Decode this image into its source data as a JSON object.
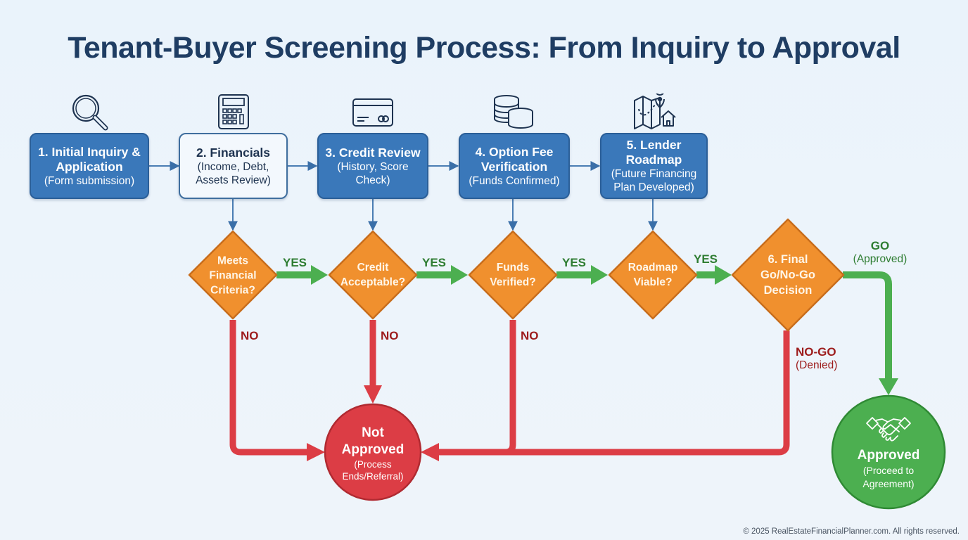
{
  "title": "Tenant-Buyer Screening Process: From Inquiry to Approval",
  "colors": {
    "step_blue": "#3a78ba",
    "step_light": "#f3f8fd",
    "decision_orange": "#f0902e",
    "yes_green": "#4caf50",
    "no_red": "#dc3d45",
    "title_navy": "#1f3d63"
  },
  "steps": [
    {
      "title": "1. Initial Inquiry & Application",
      "title_lines": [
        "1. Initial Inquiry &",
        "Application"
      ],
      "subtitle_lines": [
        "(Form submission)"
      ],
      "icon": "magnifying-glass-icon"
    },
    {
      "title": "2. Financials",
      "title_lines": [
        "2. Financials"
      ],
      "subtitle_lines": [
        "(Income, Debt,",
        "Assets Review)"
      ],
      "icon": "calculator-icon"
    },
    {
      "title": "3. Credit Review",
      "title_lines": [
        "3. Credit Review"
      ],
      "subtitle_lines": [
        "(History, Score",
        "Check)"
      ],
      "icon": "credit-card-icon"
    },
    {
      "title": "4. Option Fee Verification",
      "title_lines": [
        "4. Option Fee",
        "Verification"
      ],
      "subtitle_lines": [
        "(Funds Confirmed)"
      ],
      "icon": "coins-icon"
    },
    {
      "title": "5. Lender Roadmap",
      "title_lines": [
        "5. Lender",
        "Roadmap"
      ],
      "subtitle_lines": [
        "(Future Financing",
        "Plan Developed)"
      ],
      "icon": "map-route-icon"
    }
  ],
  "decisions": [
    {
      "lines": [
        "Meets",
        "Financial",
        "Criteria?"
      ],
      "yes_label": "YES",
      "no_label": "NO"
    },
    {
      "lines": [
        "Credit",
        "Acceptable?"
      ],
      "yes_label": "YES",
      "no_label": "NO"
    },
    {
      "lines": [
        "Funds",
        "Verified?"
      ],
      "yes_label": "YES",
      "no_label": "NO"
    },
    {
      "lines": [
        "Roadmap",
        "Viable?"
      ],
      "yes_label": "YES"
    },
    {
      "lines": [
        "6. Final",
        "Go/No-Go",
        "Decision"
      ]
    }
  ],
  "final_decision": {
    "go_label": "GO",
    "go_sub": "(Approved)",
    "nogo_label": "NO-GO",
    "nogo_sub": "(Denied)"
  },
  "outcomes": {
    "not_approved": {
      "title_lines": [
        "Not",
        "Approved"
      ],
      "sub_lines": [
        "(Process",
        "Ends/Referral)"
      ]
    },
    "approved": {
      "title": "Approved",
      "sub_lines": [
        "(Proceed to",
        "Agreement)"
      ],
      "icon": "handshake-icon"
    }
  },
  "footer": "© 2025 RealEstateFinancialPlanner.com. All rights reserved."
}
